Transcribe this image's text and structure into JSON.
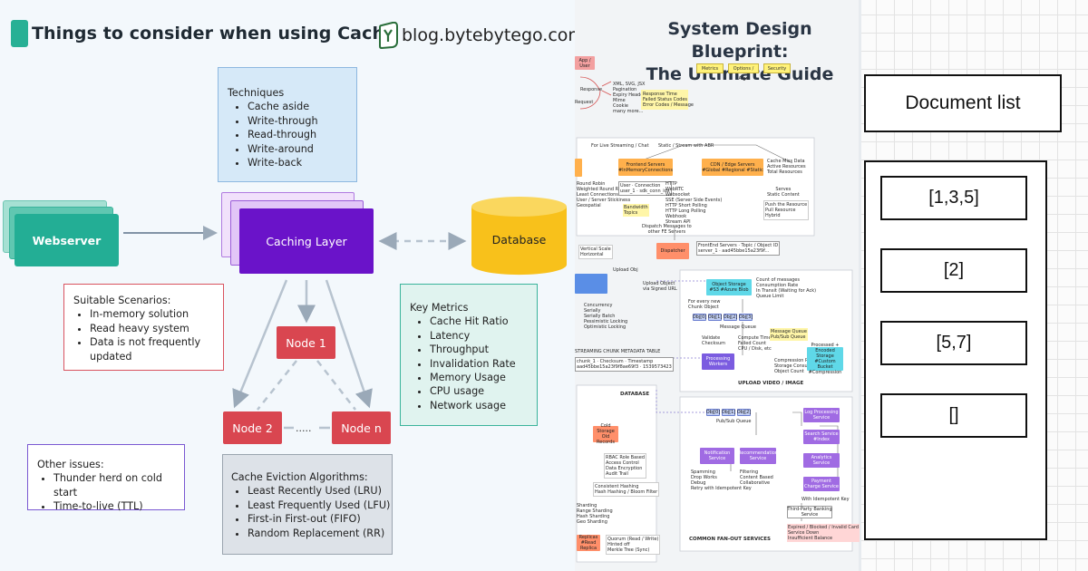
{
  "cache_diagram": {
    "title": "Things to consider when using Cache",
    "brand": "blog.bytebytego.com",
    "techniques": {
      "header": "Techniques",
      "items": [
        "Cache aside",
        "Write-through",
        "Read-through",
        "Write-around",
        "Write-back"
      ]
    },
    "webserver": "Webserver",
    "caching_layer": "Caching Layer",
    "database": "Database",
    "suitable": {
      "header": "Suitable Scenarios:",
      "items": [
        "In-memory solution",
        "Read heavy system",
        "Data is not frequently updated"
      ]
    },
    "metrics": {
      "header": "Key Metrics",
      "items": [
        "Cache Hit Ratio",
        "Latency",
        "Throughput",
        "Invalidation Rate",
        "Memory Usage",
        "CPU usage",
        "Network usage"
      ]
    },
    "nodes": {
      "node1": "Node 1",
      "node2": "Node 2",
      "noden": "Node n",
      "dots": "....."
    },
    "other": {
      "header": "Other issues:",
      "items": [
        "Thunder herd on cold start",
        "Time-to-live (TTL)"
      ]
    },
    "eviction": {
      "header": "Cache Eviction Algorithms:",
      "items": [
        "Least Recently Used (LRU)",
        "Least Frequently Used (LFU)",
        "First-in First-out (FIFO)",
        "Random Replacement (RR)"
      ]
    },
    "colors": {
      "teal": "#23ae95",
      "purple": "#6a13c9",
      "red": "#d94650",
      "yellow": "#f8c11b"
    }
  },
  "blueprint": {
    "title_line1": "System Design Blueprint:",
    "title_line2": "The Ultimate Guide",
    "tags": [
      "Metrics",
      "Options / Algo",
      "Security"
    ],
    "frontend_servers": "Frontend Servers\n#InMemoryConnections",
    "cdn": "CDN / Edge Servers\n#Global #Regional #Static",
    "dispatcher": "Dispatcher",
    "object_storage": "Object Storage\n#S3 #Azure Blob",
    "processing_workers": "Processing\nWorkers",
    "notification_service": "Notification\nService",
    "recommendation_service": "Recommendation\nService",
    "log_processing": "Log Processing\nService",
    "search_service": "Search Service\n#Index",
    "analytics_service": "Analytics\nService",
    "payment_service": "Payment\nCharge Service",
    "third_party_banking": "Third-Party Banking\nService",
    "database_label": "DATABASE",
    "upload_label": "UPLOAD VIDEO / IMAGE",
    "fanout_label": "COMMON FAN-OUT SERVICES",
    "streaming_label": "STREAMING CHUNK METADATA TABLE",
    "live_stream_label": "For Live Streaming / Chat",
    "static_stream_label": "Static / Stream with ABR",
    "dispatch_label": "Dispatch Messages to\nother FE Servers",
    "message_queue_label": "Message Queue",
    "pubsub_label": "Pub/Sub Queue",
    "serves_label": "Serves\nStatic Content",
    "upload_object_label": "Upload Object\nvia Signed URL",
    "chunk_label": "For every new\nChunk Object",
    "validate_label": "Validate\nChecksum",
    "idempotent_label": "With Idempotent Key",
    "app_user": "App / User",
    "response": "Response",
    "request": "Request",
    "upload_obj": "Upload Obj",
    "obj_chips": [
      "Obj[0]",
      "Obj[1]",
      "Obj[2]",
      "Obj[3]"
    ],
    "response_bullets": [
      "XML, SVG, JSX",
      "Pagination",
      "Expiry Headers",
      "Mime",
      "Cookie",
      "many more..."
    ],
    "response_notes": [
      "Response Time",
      "Failed Status Codes",
      "Error Codes / Message"
    ],
    "cdn_notes": [
      "Cache Miss Data",
      "Active Resources",
      "Total Resources"
    ],
    "serve_notes": [
      "Push the Resource",
      "Pull Resource",
      "Hybrid"
    ],
    "lb_notes": [
      "Round Robin",
      "Weighted Round Robin",
      "Least Connections",
      "User / Server Stickiness",
      "Geospatial"
    ],
    "protocol_notes": [
      "HTTP",
      "WebRTC",
      "Websocket",
      "SSE (Server Side Events)",
      "HTTP Short Polling",
      "HTTP Long Polling",
      "Webhook",
      "Stream API"
    ],
    "bandwidth_note": [
      "Bandwidth",
      "Topics"
    ],
    "user_conn_table": [
      "User",
      "Connection",
      "user_1",
      "sdk_conn_idx"
    ],
    "fe_topics_table": [
      "FrontEnd Servers",
      "Topic / Object ID",
      "server_1",
      "aad45bbe15a23f9f..."
    ],
    "scale_notes": [
      "Vertical Scale",
      "Horizontal"
    ],
    "concurrency_notes": [
      "Concurrency",
      "Serially",
      "Serially Batch",
      "Pessimistic Locking",
      "Optimistic Locking"
    ],
    "chunk_table": [
      "chunk_1",
      "Checksum",
      "aad45bbe15a23f9f8ae69f3",
      "Timestamp",
      "1539573423"
    ],
    "mq_notes": [
      "Count of messages",
      "Consumption Rate",
      "In Transit (Waiting for Ack)",
      "Queue Limit"
    ],
    "worker_notes": [
      "Compute Time",
      "Failed Count",
      "CPU / Disk, etc"
    ],
    "mq_types": [
      "Message Queue",
      "Pub/Sub Queue"
    ],
    "storage_notes": [
      "Compression Ratio",
      "Storage Consumed",
      "Object Count"
    ],
    "encrypt_note": [
      "Processed + Encoded",
      "Storage",
      "#Custom Bucket",
      "#Compression"
    ],
    "cold_storage": [
      "Cold Storage",
      "Old Records"
    ],
    "db_security_notes": [
      "RBAC Role Based",
      "Access Control",
      "Data Encryption",
      "Audit Trail"
    ],
    "hashing_notes": [
      "Consistent Hashing",
      "Hash Hashing / Bloom Filter"
    ],
    "sharding_notes": [
      "Sharding",
      "Range Sharding",
      "Hash Sharding",
      "Geo Sharding"
    ],
    "replica_notes": [
      "Replicas",
      "#Read Replica"
    ],
    "quorum_notes": [
      "Quorum (Read / Write)",
      "Hinted off",
      "Merkle Tree (Sync)"
    ],
    "notification_notes": [
      "Spamming",
      "Drop Works",
      "Debug",
      "Retry with Idempotent Key"
    ],
    "filtering_notes": [
      "Filtering",
      "Content Based",
      "Collaborative"
    ],
    "banking_notes": [
      "Expired / Blocked / Invalid Card",
      "Service Down",
      "Insufficient Balance"
    ]
  },
  "doc_list": {
    "header": "Document list",
    "items": [
      "[1,3,5]",
      "[2]",
      "[5,7]",
      "[]"
    ]
  }
}
